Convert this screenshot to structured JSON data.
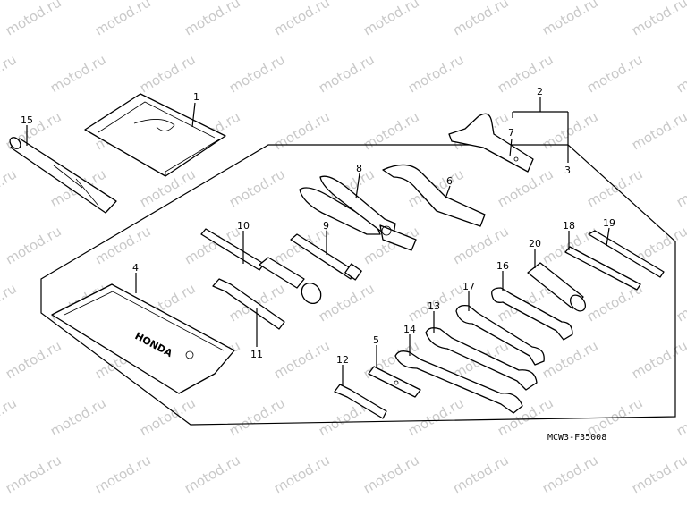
{
  "watermark": "motod.ru",
  "diagram_code": "MCW3-F35008",
  "callouts": {
    "c1": "1",
    "c2": "2",
    "c3": "3",
    "c4": "4",
    "c5": "5",
    "c6": "6",
    "c7": "7",
    "c8": "8",
    "c9": "9",
    "c10": "10",
    "c11": "11",
    "c12": "12",
    "c13": "13",
    "c14": "14",
    "c15": "15",
    "c16": "16",
    "c17": "17",
    "c18": "18",
    "c19": "19",
    "c20": "20"
  },
  "bag_print": "HONDA"
}
